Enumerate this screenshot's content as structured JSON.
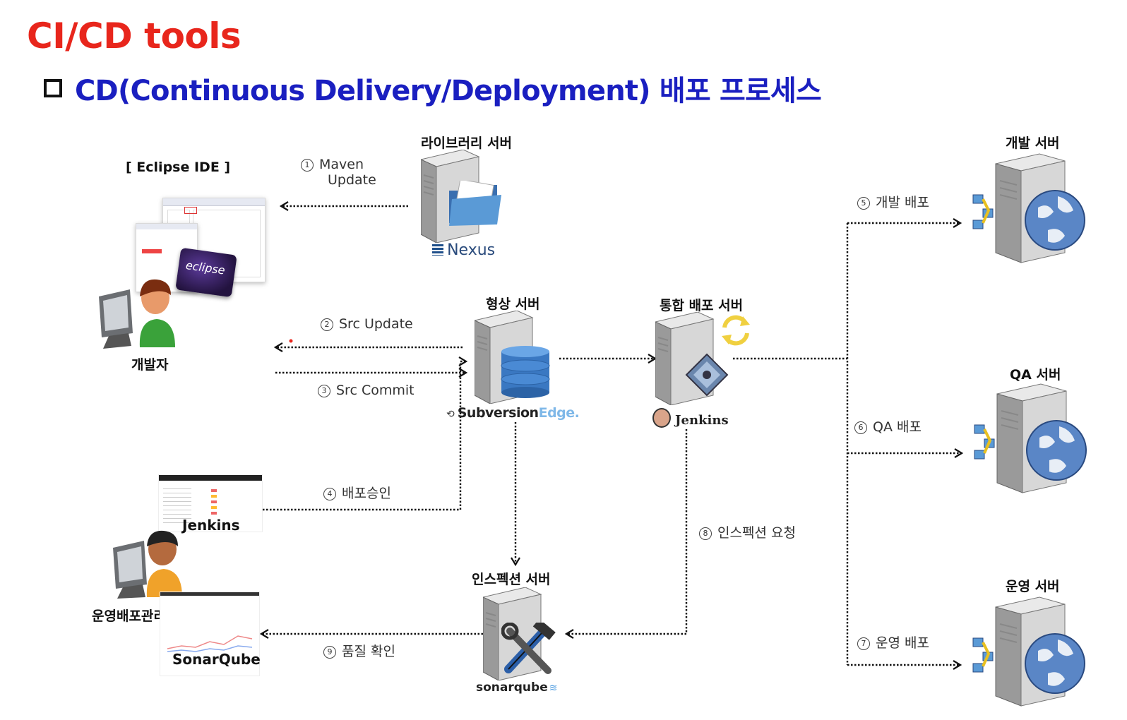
{
  "title": "CI/CD tools",
  "subtitle": "CD(Continuous Delivery/Deployment) 배포 프로세스",
  "nodes": {
    "eclipse": "[ Eclipse IDE ]",
    "developer": "개발자",
    "library_server": "라이브러리 서버",
    "nexus": "Nexus",
    "config_server": "형상 서버",
    "svn_brand_bold": "Subversion",
    "svn_brand_light": "Edge.",
    "integration_server": "통합 배포 서버",
    "jenkins": "Jenkins",
    "jenkins_shot": "Jenkins",
    "ops_manager": "운영배포관리자",
    "sonar_shot": "SonarQube",
    "inspection_server": "인스펙션 서버",
    "sonarqube": "sonarqube",
    "dev_server": "개발 서버",
    "qa_server": "QA 서버",
    "ops_server": "운영 서버",
    "eclipse_logo": "eclipse"
  },
  "steps": [
    {
      "num": "1",
      "label": "Maven",
      "label2": "Update"
    },
    {
      "num": "2",
      "label": "Src Update"
    },
    {
      "num": "3",
      "label": "Src Commit"
    },
    {
      "num": "4",
      "label": "배포승인"
    },
    {
      "num": "5",
      "label": "개발 배포"
    },
    {
      "num": "6",
      "label": "QA 배포"
    },
    {
      "num": "7",
      "label": "운영 배포"
    },
    {
      "num": "8",
      "label": "인스펙션 요청"
    },
    {
      "num": "9",
      "label": "품질 확인"
    }
  ],
  "colors": {
    "title": "#e8261c",
    "subtitle": "#1a1fc0",
    "line": "#111111"
  }
}
